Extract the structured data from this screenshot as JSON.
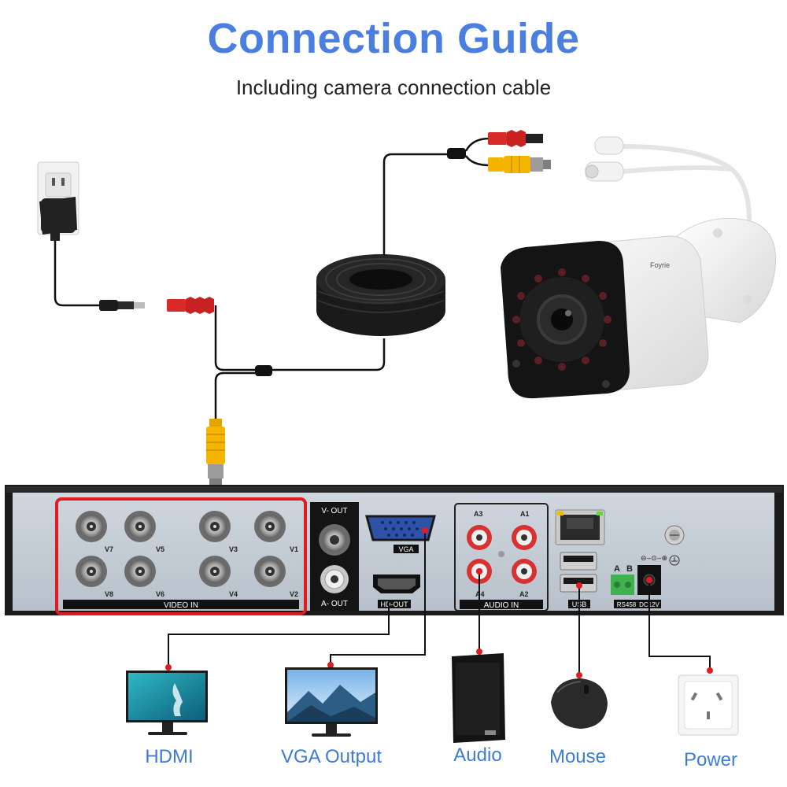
{
  "header": {
    "title": "Connection Guide",
    "subtitle": "Including camera connection cable"
  },
  "camera": {
    "brand": "Foyrie"
  },
  "dvr": {
    "video_in": {
      "label": "VIDEO IN",
      "channels": [
        "V7",
        "V5",
        "V3",
        "V1",
        "V8",
        "V6",
        "V4",
        "V2"
      ]
    },
    "v_out": "V- OUT",
    "a_out": "A- OUT",
    "vga": "VGA",
    "hd_out": "HD-OUT",
    "audio_in": {
      "label": "AUDIO IN",
      "channels": [
        "A3",
        "A1",
        "A4",
        "A2"
      ]
    },
    "usb": "USB",
    "rs485": {
      "a": "A",
      "b": "B",
      "label": "RS458"
    },
    "dc": "DC12V"
  },
  "devices": {
    "hdmi": "HDMI",
    "vga_output": "VGA Output",
    "audio": "Audio",
    "mouse": "Mouse",
    "power": "Power"
  },
  "colors": {
    "title": "#4a7fe0",
    "device_label": "#3e7ad8",
    "highlight": "#e11b22",
    "cable": "#111111",
    "bnc_yellow": "#f5b400",
    "dc_red": "#d92a2a"
  }
}
